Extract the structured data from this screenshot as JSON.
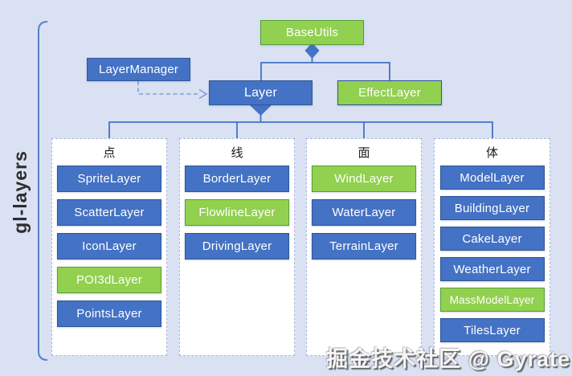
{
  "diagram": {
    "bracket_label": "gl-layers",
    "top_nodes": {
      "base_utils": {
        "label": "BaseUtils",
        "variant": "green"
      },
      "layer_manager": {
        "label": "LayerManager",
        "variant": "blue"
      },
      "layer": {
        "label": "Layer",
        "variant": "blue"
      },
      "effect_layer": {
        "label": "EffectLayer",
        "variant": "green"
      }
    },
    "columns": [
      {
        "header": "点",
        "items": [
          {
            "label": "SpriteLayer",
            "variant": "blue"
          },
          {
            "label": "ScatterLayer",
            "variant": "blue"
          },
          {
            "label": "IconLayer",
            "variant": "blue"
          },
          {
            "label": "POI3dLayer",
            "variant": "green"
          },
          {
            "label": "PointsLayer",
            "variant": "blue"
          }
        ]
      },
      {
        "header": "线",
        "items": [
          {
            "label": "BorderLayer",
            "variant": "blue"
          },
          {
            "label": "FlowlineLayer",
            "variant": "green"
          },
          {
            "label": "DrivingLayer",
            "variant": "blue"
          }
        ]
      },
      {
        "header": "面",
        "items": [
          {
            "label": "WindLayer",
            "variant": "green"
          },
          {
            "label": "WaterLayer",
            "variant": "blue"
          },
          {
            "label": "TerrainLayer",
            "variant": "blue"
          }
        ]
      },
      {
        "header": "体",
        "items": [
          {
            "label": "ModelLayer",
            "variant": "blue"
          },
          {
            "label": "BuildingLayer",
            "variant": "blue"
          },
          {
            "label": "CakeLayer",
            "variant": "blue"
          },
          {
            "label": "WeatherLayer",
            "variant": "blue"
          },
          {
            "label": "MassModelLayer",
            "variant": "green"
          },
          {
            "label": "TilesLayer",
            "variant": "blue"
          }
        ]
      }
    ],
    "watermark": "掘金技术社区 @ Gyrate",
    "colors": {
      "background": "#D9E1F2",
      "node_blue": "#4472C4",
      "node_blue_border": "#2F5597",
      "node_green": "#92D050",
      "node_green_border": "#54A03A",
      "connector": "#4472C4",
      "dashed_arrow": "#7F9FD9",
      "column_border": "#A6B8DF"
    }
  }
}
